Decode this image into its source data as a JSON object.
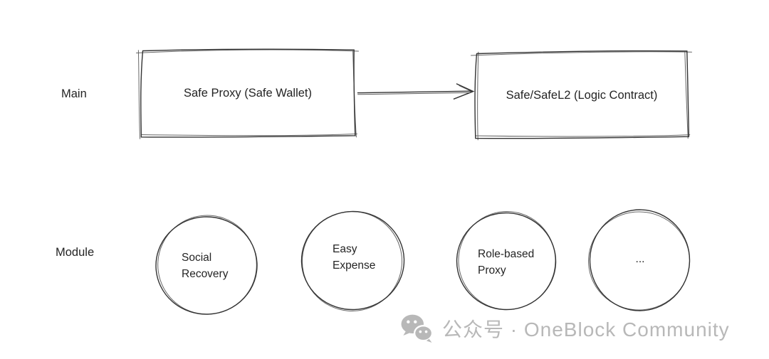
{
  "labels": {
    "main": "Main",
    "module": "Module"
  },
  "main_row": {
    "nodes": [
      {
        "id": "safe-proxy",
        "shape": "rectangle",
        "label": "Safe Proxy (Safe Wallet)"
      },
      {
        "id": "logic-contract",
        "shape": "rectangle",
        "label": "Safe/SafeL2 (Logic Contract)"
      }
    ],
    "arrow": {
      "from": "safe-proxy",
      "to": "logic-contract",
      "direction": "right"
    }
  },
  "module_row": {
    "nodes": [
      {
        "id": "social-recovery",
        "shape": "circle",
        "line1": "Social",
        "line2": "Recovery"
      },
      {
        "id": "easy-expense",
        "shape": "circle",
        "line1": "Easy",
        "line2": "Expense"
      },
      {
        "id": "role-based-proxy",
        "shape": "circle",
        "line1": "Role-based",
        "line2": "Proxy"
      },
      {
        "id": "more-modules",
        "shape": "circle",
        "line1": "...",
        "line2": ""
      }
    ]
  },
  "watermark": {
    "icon": "wechat-icon",
    "text": "公众号 · OneBlock Community"
  },
  "colors": {
    "stroke": "#333333",
    "text": "#242424",
    "watermark": "#b8b8b8",
    "background": "#ffffff"
  }
}
